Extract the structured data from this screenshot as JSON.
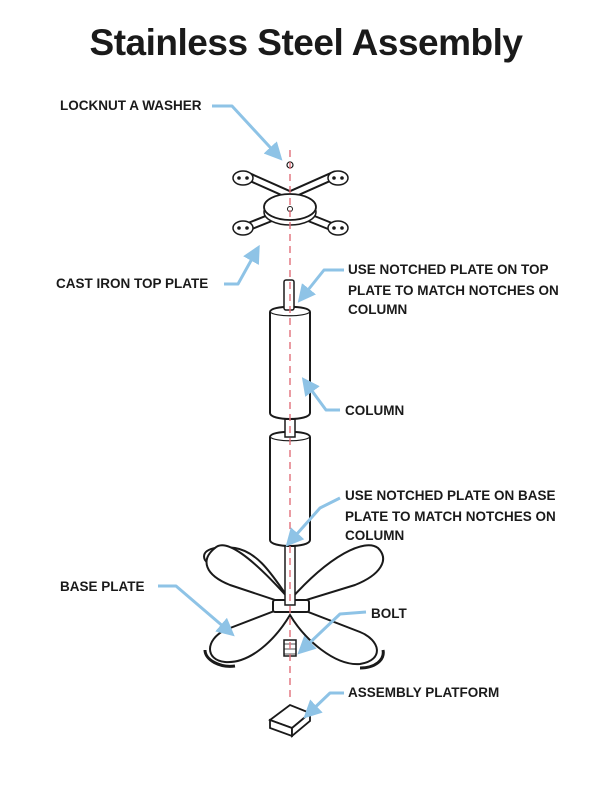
{
  "title": "Stainless Steel Assembly",
  "labels": {
    "locknut": "LOCKNUT A WASHER",
    "top_plate": "CAST IRON TOP PLATE",
    "notched_top_1": "USE NOTCHED PLATE ON TOP",
    "notched_top_2": "PLATE TO MATCH NOTCHES ON",
    "notched_top_3": "COLUMN",
    "column": "COLUMN",
    "notched_base_1": "USE NOTCHED PLATE ON BASE",
    "notched_base_2": "PLATE TO MATCH NOTCHES ON",
    "notched_base_3": "COLUMN",
    "base_plate": "BASE PLATE",
    "bolt": "BOLT",
    "platform": "ASSEMBLY PLATFORM"
  },
  "colors": {
    "leader_arrow": "#8ec3e6",
    "center_line": "#e0707a",
    "outline": "#1a1a1a"
  }
}
